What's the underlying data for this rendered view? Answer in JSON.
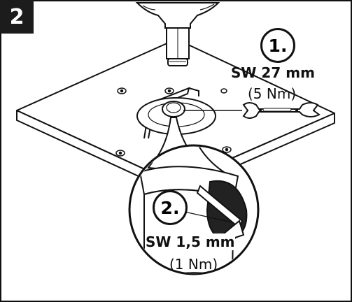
{
  "step": {
    "number": "2"
  },
  "callouts": [
    {
      "number": "1.",
      "wrench_size": "SW 27 mm",
      "torque": "(5 Nm)",
      "tool": "open-end-wrench"
    },
    {
      "number": "2.",
      "wrench_size": "SW 1,5 mm",
      "torque": "(1 Nm)",
      "tool": "hex-key"
    }
  ],
  "colors": {
    "line": "#111111",
    "fill": "#ffffff",
    "badge": "#1c1c1c",
    "shadow": "#222222"
  }
}
